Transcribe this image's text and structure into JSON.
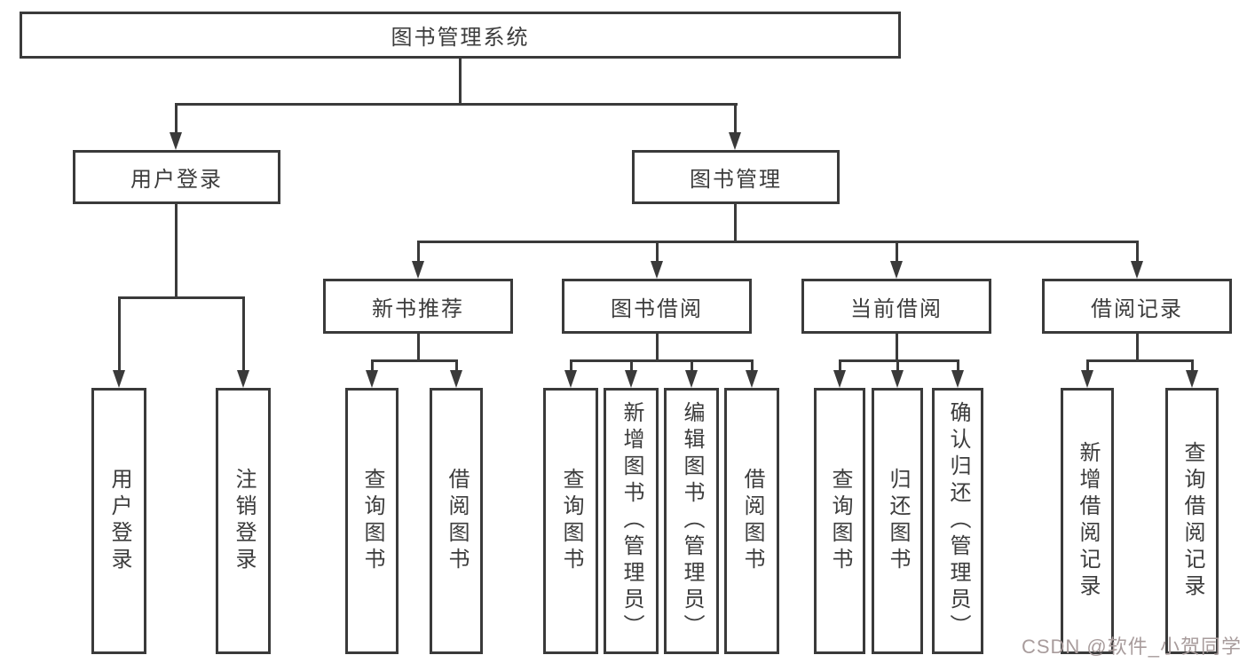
{
  "diagram": {
    "root": "图书管理系统",
    "level2": [
      "用户登录",
      "图书管理"
    ],
    "level3": [
      "新书推荐",
      "图书借阅",
      "当前借阅",
      "借阅记录"
    ],
    "leaves": {
      "user_login": [
        "用户登录",
        "注销登录"
      ],
      "new_book_recommend": [
        "查询图书",
        "借阅图书"
      ],
      "book_borrow": [
        "查询图书",
        "新增图书（管理员）",
        "编辑图书（管理员）",
        "借阅图书"
      ],
      "current_borrow": [
        "查询图书",
        "归还图书",
        "确认归还（管理员）"
      ],
      "borrow_record": [
        "新增借阅记录",
        "查询借阅记录"
      ]
    }
  },
  "watermark": "CSDN @软件_小贺同学",
  "colors": {
    "line": "#3a3a3a",
    "text": "#3c3c3c",
    "watermark": "#a89c9c",
    "background": "#ffffff"
  }
}
